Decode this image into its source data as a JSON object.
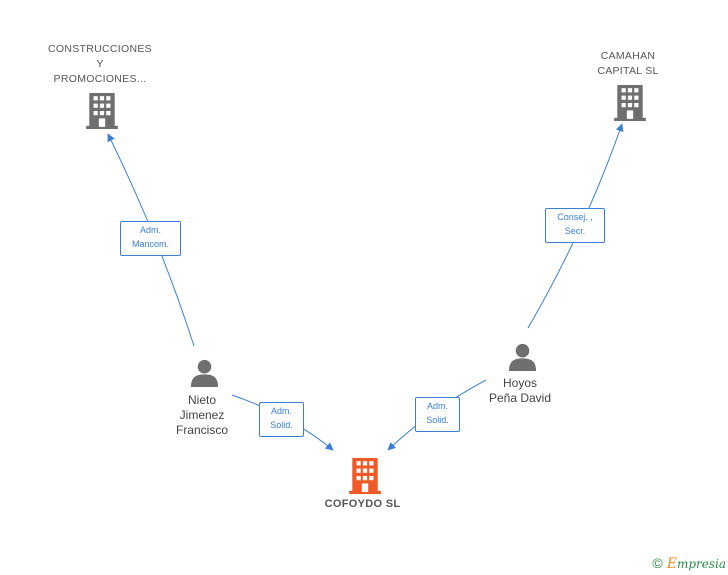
{
  "nodes": {
    "construcciones": {
      "label_lines": [
        "CONSTRUCCIONES",
        "Y",
        "PROMOCIONES..."
      ],
      "type": "company",
      "icon": "building-icon",
      "color": "#6f6f6f"
    },
    "camahan": {
      "label_lines": [
        "CAMAHAN",
        "CAPITAL  SL"
      ],
      "type": "company",
      "icon": "building-icon",
      "color": "#6f6f6f"
    },
    "nieto": {
      "label_lines": [
        "Nieto",
        "Jimenez",
        "Francisco"
      ],
      "type": "person",
      "icon": "person-icon",
      "color": "#6f6f6f"
    },
    "hoyos": {
      "label_lines": [
        "Hoyos",
        "Peña David"
      ],
      "type": "person",
      "icon": "person-icon",
      "color": "#6f6f6f"
    },
    "cofoydo": {
      "label_lines": [
        "COFOYDO  SL"
      ],
      "type": "company",
      "icon": "building-icon",
      "color": "#f05a28",
      "focus": true
    }
  },
  "edges": {
    "nieto_to_construcciones": [
      "Adm.",
      "Mancom."
    ],
    "hoyos_to_camahan": [
      "Consej. ,",
      "Secr."
    ],
    "nieto_to_cofoydo": [
      "Adm.",
      "Solid."
    ],
    "hoyos_to_cofoydo": [
      "Adm.",
      "Solid."
    ]
  },
  "colors": {
    "edge": "#3a7fd5",
    "node": "#6f6f6f",
    "focus": "#f05a28"
  },
  "footer": {
    "copyright_symbol": "©",
    "brand_initial": "E",
    "brand_rest": "mpresia"
  }
}
